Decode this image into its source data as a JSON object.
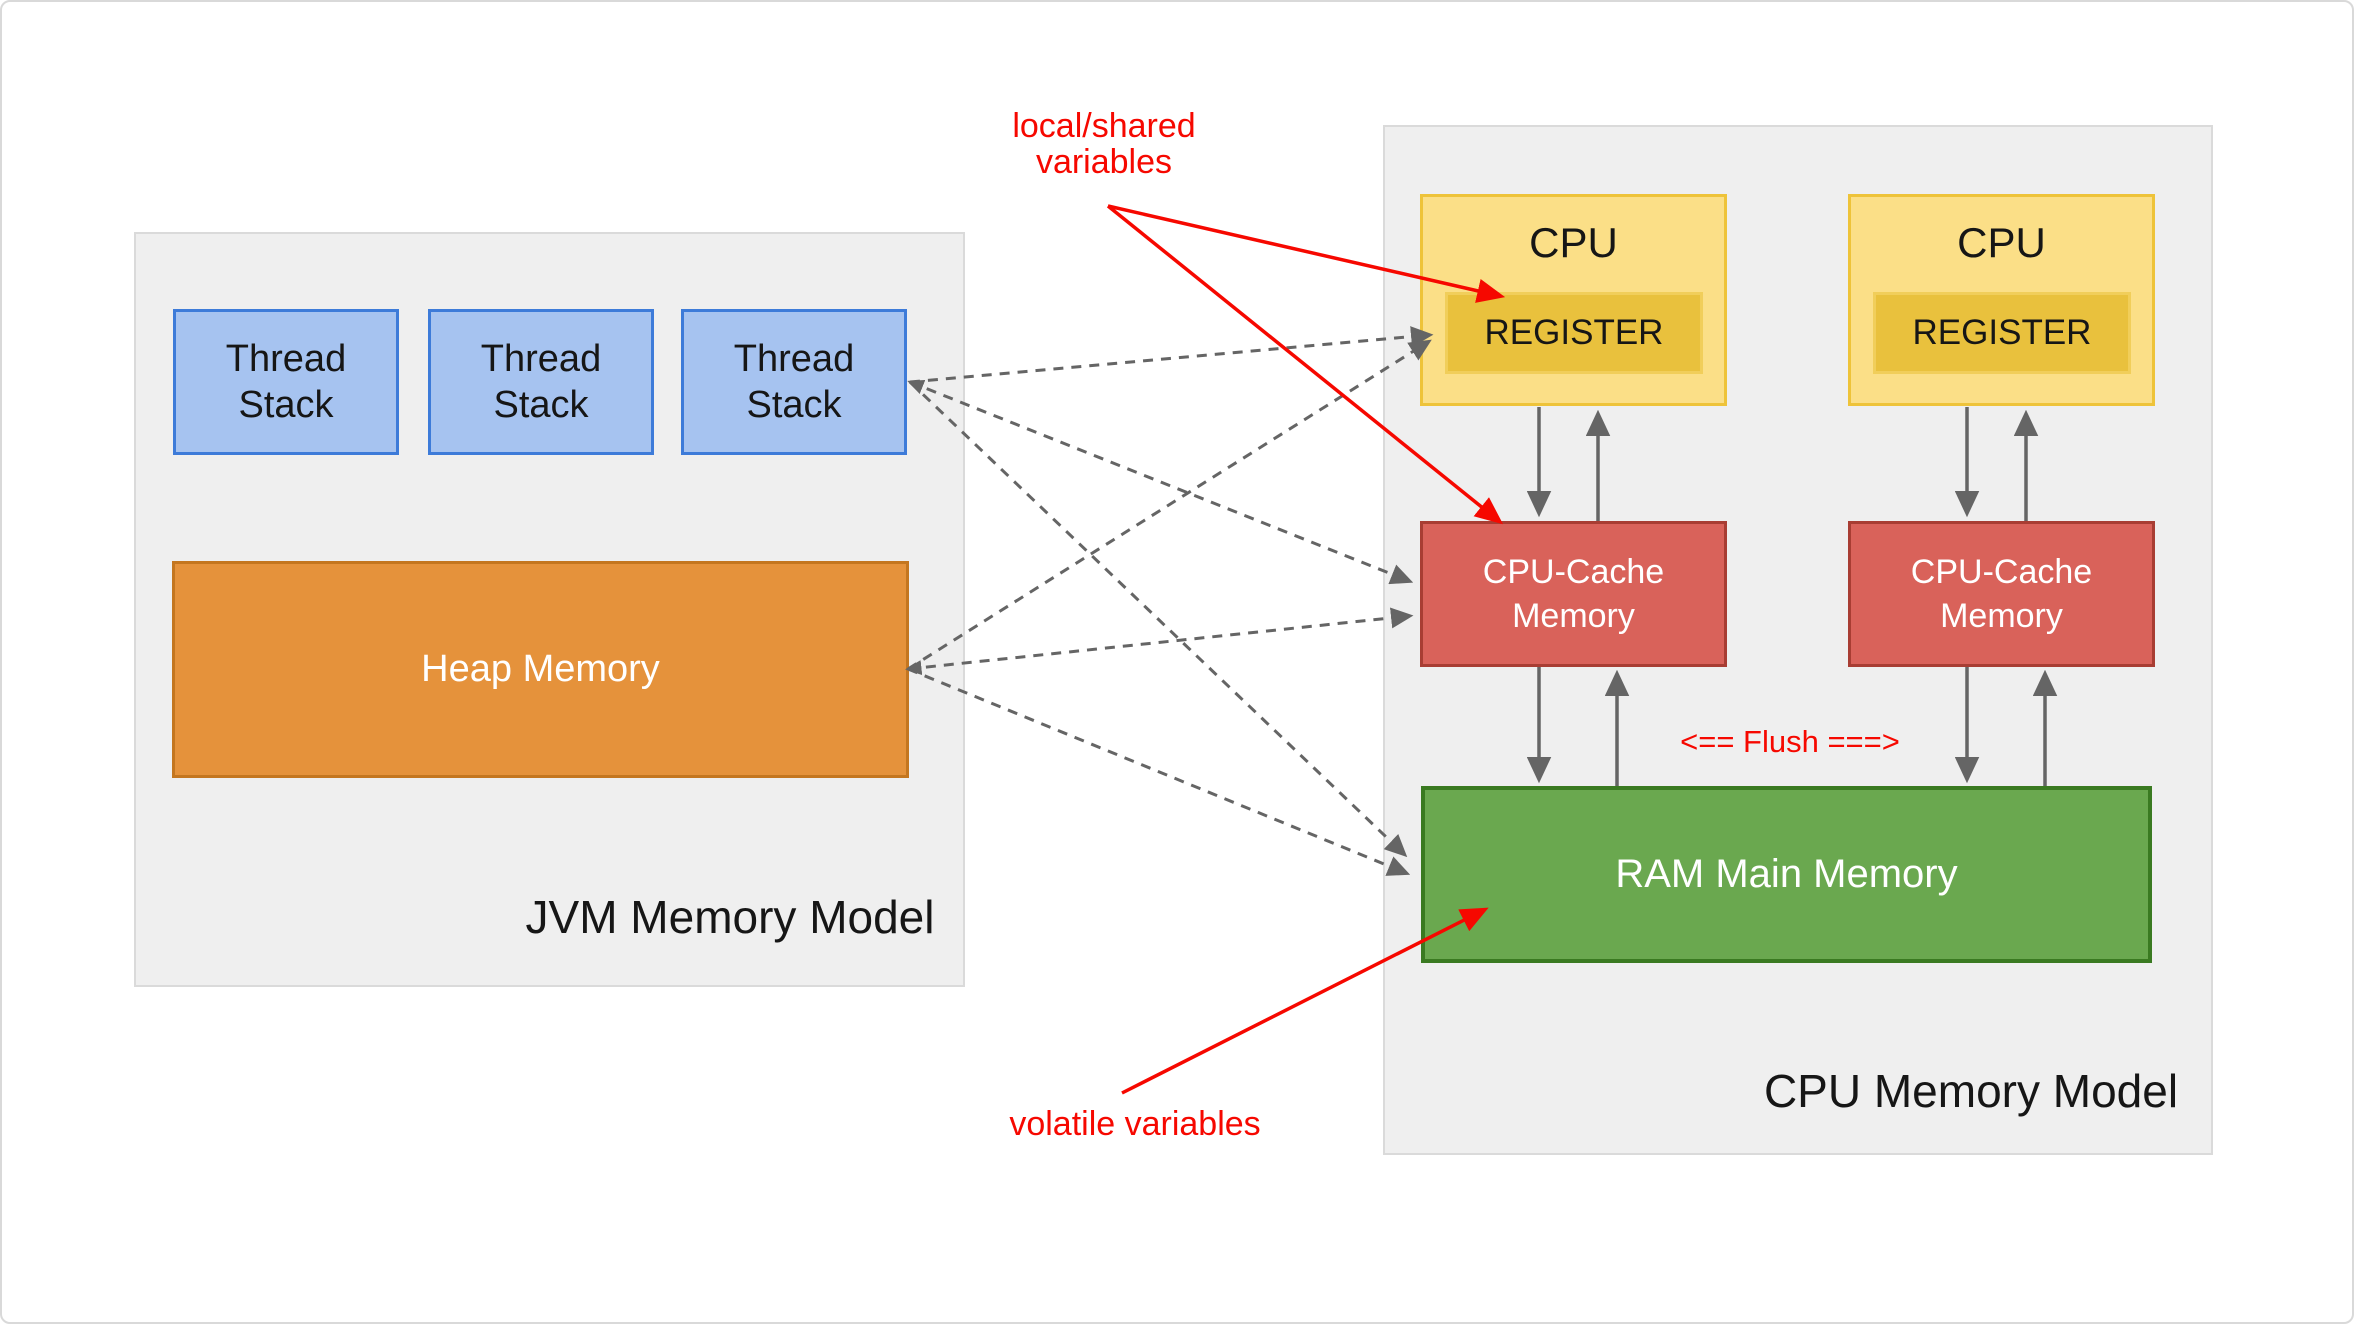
{
  "colors": {
    "page-bg": "#ffffff",
    "page-border": "#d9d9d9",
    "panel-bg": "#efefef",
    "panel-border": "#dadada",
    "blue-fill": "#a6c3f0",
    "blue-border": "#3d7bd9",
    "orange-fill": "#e5923b",
    "orange-border": "#c4761f",
    "yellow-fill": "#fbdf87",
    "yellow-border": "#eec339",
    "gold-fill": "#e9c13d",
    "gold-border": "#f1ce5a",
    "cache-fill": "#d9625a",
    "cache-border": "#a83d33",
    "green-fill": "#6aa84f",
    "green-border": "#3a7a21",
    "arrow-gray": "#656565",
    "red": "#f60800",
    "text-dark": "#161616",
    "text-light": "#ffffff"
  },
  "jvm": {
    "title": "JVM Memory Model",
    "thread_stack": {
      "line1": "Thread",
      "line2": "Stack"
    },
    "heap_label": "Heap Memory"
  },
  "cpu": {
    "title": "CPU Memory Model",
    "cpu_label": "CPU",
    "register_label": "REGISTER",
    "cache": {
      "line1": "CPU-Cache",
      "line2": "Memory"
    },
    "ram_label": "RAM Main Memory",
    "flush_label": "<== Flush ===>"
  },
  "annotations": {
    "local_shared": {
      "line1": "local/shared",
      "line2": "variables"
    },
    "volatile_label": "volatile variables"
  }
}
